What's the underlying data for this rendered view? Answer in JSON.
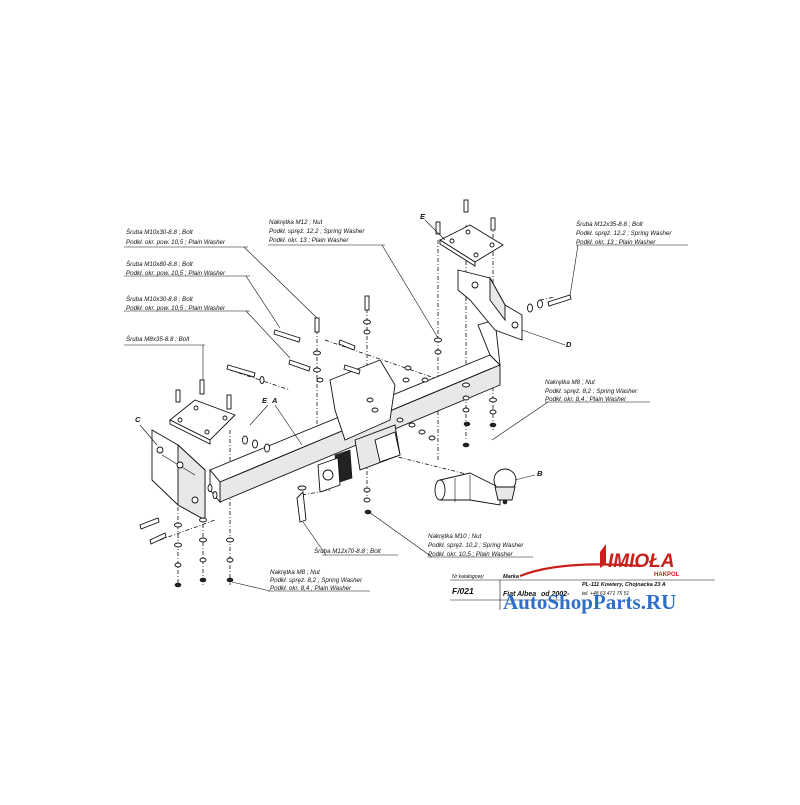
{
  "callouts": {
    "top_bolt_m10x30": [
      "Śruba M10x30-8.8  ;  Bolt",
      "Podkł. okr. pow. 10,5  ; Plain Washer"
    ],
    "bolt_m10x80": [
      "Śruba M10x80-8.8  ;  Bolt",
      "Podkł. okr. pow. 10,5  ; Plain Washer"
    ],
    "bolt_m10x30_2": [
      "Śruba M10x30-8.8  ;  Bolt",
      "Podkł. okr. pow. 10,5  ; Plain Washer"
    ],
    "bolt_m8x35": [
      "Śruba M8x35-8.8  ;  Bolt"
    ],
    "nut_m12": [
      "Nakrętka  M12 ; Nut",
      "Podkł. spręż. 12,2 ; Spring Washer",
      "Podkł. okr. 13  ; Plain Washer"
    ],
    "bolt_m12x35": [
      "Śruba M12x35-8.8  ;  Bolt",
      "Podkł. spręż. 12,2 ; Spring Washer",
      "Podkł. okr. 13 ; Plain Washer"
    ],
    "nut_m8_right": [
      "Nakrętka  M8 ; Nut",
      "Podkł. spręż. 8,2 ; Spring Washer",
      "Podkł. okr. 8,4  ; Plain Washer"
    ],
    "nut_m10": [
      "Nakrętka  M10 ; Nut",
      "Podkł. spręż. 10,2 ; Spring Washer",
      "Podkł. okr. 10,5  ; Plain Washer"
    ],
    "bolt_m12x70": [
      "Śruba M12x70-8.8  ;  Bolt"
    ],
    "nut_m8_bottom": [
      "Nakrętka  M8 ; Nut",
      "Podkł. spręż. 8,2 ; Spring Washer",
      "Podkł. okr. 8,4  ; Plain Washer"
    ]
  },
  "letters": {
    "A": "A",
    "B": "B",
    "C": "C",
    "D": "D",
    "E1": "E",
    "E2": "E"
  },
  "titleblock": {
    "catalog_label": "Nr katalogowy",
    "catalog_no": "F/021",
    "make_label": "Marka",
    "model": "Fiat Albea",
    "years": "od 2002-"
  },
  "brand": {
    "name": "IMIOŁA",
    "sub": "HAKPOL",
    "address": "PL-111 Kowiery, Chojnacka 23 A",
    "phone": "tel. +48 63 471 75 51",
    "watermark": "AutoShopParts.RU",
    "accent": "#c8201a",
    "watermark_color": "#1e63c4"
  }
}
